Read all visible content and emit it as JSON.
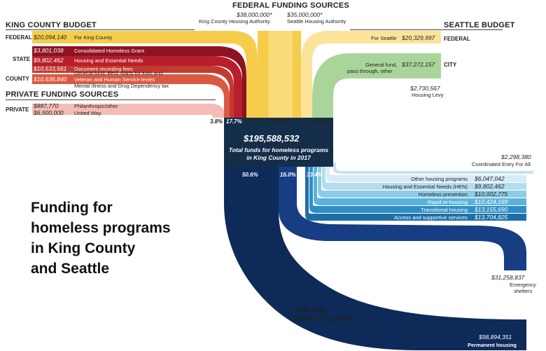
{
  "title": [
    "Funding for",
    "homeless programs",
    "in King County",
    "and Seattle"
  ],
  "headers": {
    "king_county": "KING COUNTY BUDGET",
    "federal_sources": "FEDERAL FUNDING SOURCES",
    "seattle": "SEATTLE BUDGET",
    "private": "PRIVATE FUNDING SOURCES",
    "spent": [
      "HOW THE",
      "MONEY IS SPENT"
    ]
  },
  "categories": {
    "federal_left": "FEDERAL",
    "state": "STATE",
    "county": "COUNTY",
    "private": "PRIVATE",
    "federal_right": "FEDERAL",
    "city": "CITY"
  },
  "sources": {
    "kc_federal": {
      "amount": "$20,094,140",
      "label": "For King County"
    },
    "state_1": {
      "amount": "$3,801,038",
      "label": "Consolidated Homeless Grant"
    },
    "state_2": {
      "amount": "$9,802,462",
      "label": "Housing and Essential Needs"
    },
    "state_3": {
      "amount": "$10,533,561",
      "label": "Document recording fees"
    },
    "county": {
      "amount": "$10,636,840",
      "label_1": "General fund, Best Starts for Kids and",
      "label_2": "Veteran and Human Service levies",
      "label_3": "Mental Illness and Drug Dependency tax"
    },
    "private_1": {
      "amount": "$887,770",
      "label": "Philanthropic/other"
    },
    "private_2": {
      "amount": "$6,500,000",
      "label": "United Way"
    },
    "fed_kcha": {
      "amount": "$38,000,000*",
      "label": "King County Housing Authority"
    },
    "fed_sha": {
      "amount": "$35,000,000*",
      "label": "Seattle Housing Authority"
    },
    "sea_federal": {
      "amount": "$20,329,997",
      "label": "For Seattle"
    },
    "sea_city": {
      "amount": "$37,272,157",
      "label_1": "General fund,",
      "label_2": "pass through, other"
    },
    "sea_levy": {
      "amount": "$2,730,567",
      "label": "Housing Levy"
    }
  },
  "percent_in": {
    "private": "3.8%",
    "county": "17.7%",
    "federal": "58.0%",
    "seattle": "20.5%"
  },
  "total": {
    "amount": "$195,588,532",
    "line_1": "Total funds for homeless programs",
    "line_2": "in King County in 2017"
  },
  "percent_out": {
    "permanent": "50.6%",
    "emergency": "16.0%",
    "other": "33.4%"
  },
  "spending": {
    "coordinated": {
      "amount": "$2,298,380",
      "label": "Coordinated Entry For All"
    },
    "rows": [
      {
        "label": "Other housing programs",
        "amount": "$6,047,042",
        "color": "#d7ecf6"
      },
      {
        "label": "Housing and Essential Needs (HEN)",
        "amount": "$9,802,462",
        "color": "#b5dcee"
      },
      {
        "label": "Homeless prevention",
        "amount": "$10,002,775",
        "color": "#8fcbe6"
      },
      {
        "label": "Rapid re-housing",
        "amount": "$10,424,169",
        "color": "#5ab3da"
      },
      {
        "label": "Transitional housing",
        "amount": "$13,155,690",
        "color": "#2f8fc4"
      },
      {
        "label": "Access and supportive services",
        "amount": "$13,704,825",
        "color": "#1e6fa8"
      }
    ],
    "emergency": {
      "amount": "$31,258,837",
      "label_1": "Emergency",
      "label_2": "shelters"
    },
    "permanent": {
      "amount": "$98,894,351",
      "label": "Permanent housing"
    }
  },
  "colors": {
    "federal": "#f6cd4b",
    "federal_light": "#fbe49a",
    "state": "#b81f2c",
    "state_dark": "#8e1320",
    "county": "#d85a45",
    "private": "#f3bcb4",
    "city": "#a9d59a",
    "total_box": "#142e4a",
    "permanent": "#0d2a58",
    "emergency": "#173d83"
  }
}
